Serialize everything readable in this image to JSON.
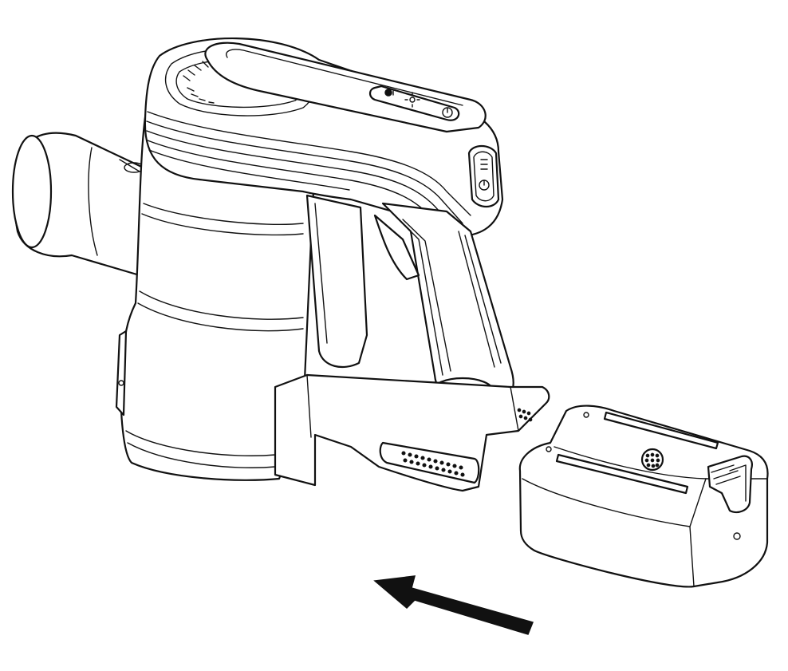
{
  "figure": {
    "subject_parts": [
      "vacuum-handheld-unit",
      "battery-pack",
      "insertion-arrow"
    ],
    "line_color": "#111111",
    "background_color": "#ffffff"
  }
}
